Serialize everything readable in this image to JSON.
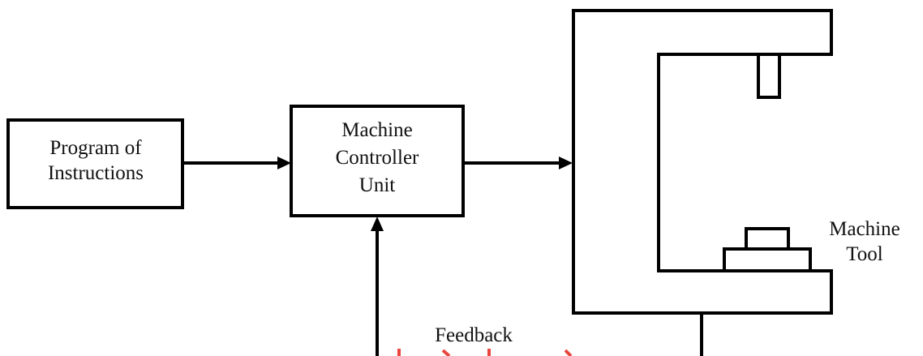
{
  "diagram": {
    "program_box": {
      "line1": "Program of",
      "line2": "Instructions"
    },
    "controller_box": {
      "line1": "Machine",
      "line2": "Controller",
      "line3": "Unit"
    },
    "machine_tool": {
      "line1": "Machine",
      "line2": "Tool"
    },
    "feedback_label": "Feedback"
  },
  "colors": {
    "stroke": "#000000",
    "background": "#ffffff",
    "watermark_mark": "#e8463f"
  }
}
